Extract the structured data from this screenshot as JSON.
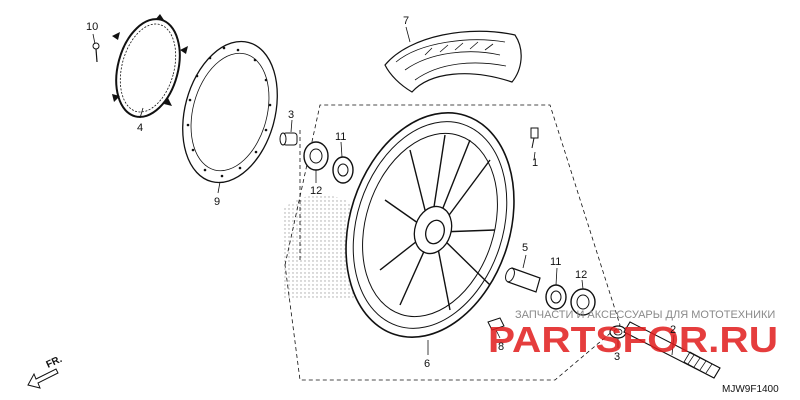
{
  "diagram": {
    "part_labels": [
      {
        "id": "p1",
        "text": "1"
      },
      {
        "id": "p2",
        "text": "2"
      },
      {
        "id": "p3",
        "text": "3"
      },
      {
        "id": "p4",
        "text": "4"
      },
      {
        "id": "p5",
        "text": "5"
      },
      {
        "id": "p6",
        "text": "6"
      },
      {
        "id": "p7",
        "text": "7"
      },
      {
        "id": "p8",
        "text": "8"
      },
      {
        "id": "p9",
        "text": "9"
      },
      {
        "id": "p10",
        "text": "10"
      },
      {
        "id": "p11a",
        "text": "11"
      },
      {
        "id": "p11b",
        "text": "11"
      },
      {
        "id": "p12a",
        "text": "12"
      },
      {
        "id": "p12b",
        "text": "12"
      }
    ],
    "direction_label": "FR.",
    "diagram_code": "MJW9F1400"
  },
  "watermark": {
    "tagline": "ЗАПЧАСТИ И АКСЕССУАРЫ ДЛЯ МОТОТЕХНИКИ",
    "logo": "PARTSFOR.RU"
  },
  "colors": {
    "line": "#111111",
    "dots": "#9a9a9a",
    "logo": "#e11b1b"
  }
}
